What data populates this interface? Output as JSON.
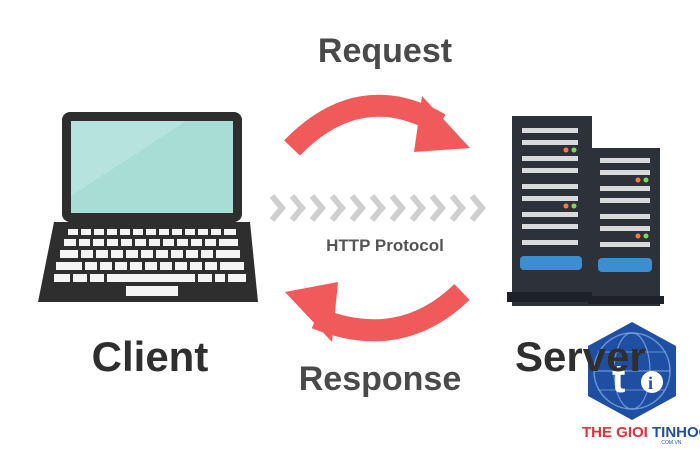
{
  "labels": {
    "request": "Request",
    "protocol": "HTTP Protocol",
    "response": "Response",
    "client": "Client",
    "server": "Server"
  },
  "watermark": {
    "brand_red": "THE GIOI",
    "brand_blue": "TINHOC",
    "domain": ".COM.VN"
  },
  "icons": {
    "client": "laptop-icon",
    "server": "server-rack-icon",
    "request_arrow": "curved-arrow-right-icon",
    "response_arrow": "curved-arrow-left-icon",
    "protocol": "chevron-stream-icon",
    "logo": "globe-logo-icon"
  },
  "colors": {
    "arrow": "#f05a5b",
    "laptop_screen": "#a8ddd6",
    "laptop_body": "#2e2e2e",
    "server_body": "#2c313a",
    "server_led_green": "#7ed957",
    "server_led_orange": "#ff7a3d",
    "logo_blue": "#1f4fa3"
  }
}
